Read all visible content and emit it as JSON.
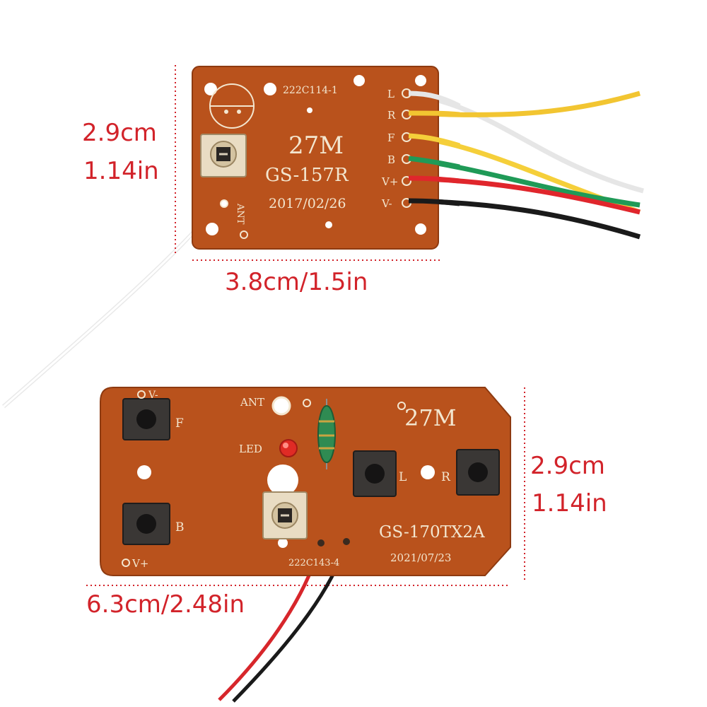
{
  "receiver": {
    "part_code": "222C114-1",
    "frequency": "27M",
    "model": "GS-157R",
    "date": "2017/02/26",
    "ant_label": "ANT",
    "pins": [
      "L",
      "R",
      "F",
      "B",
      "V+",
      "V-"
    ],
    "wire_colors": [
      "#f2f2f2",
      "#f2c531",
      "#f5cf3a",
      "#1f9a57",
      "#e0262c",
      "#1a1a1a"
    ],
    "width_label": "3.8cm/1.5in",
    "height_cm": "2.9cm",
    "height_in": "1.14in"
  },
  "transmitter": {
    "frequency": "27M",
    "model": "GS-170TX2A",
    "date": "2021/07/23",
    "part_code": "222C143-4",
    "ant_label": "ANT",
    "led_label": "LED",
    "button_labels": {
      "f": "F",
      "b": "B",
      "l": "L",
      "r": "R"
    },
    "vminus_label": "V-",
    "vplus_label": "V+",
    "width_label": "6.3cm/2.48in",
    "height_cm": "2.9cm",
    "height_in": "1.14in"
  },
  "colors": {
    "board": "#b9521c",
    "board_dark": "#8e3a10",
    "silkscreen": "#f3e6cf",
    "dimension": "#d2232a"
  }
}
